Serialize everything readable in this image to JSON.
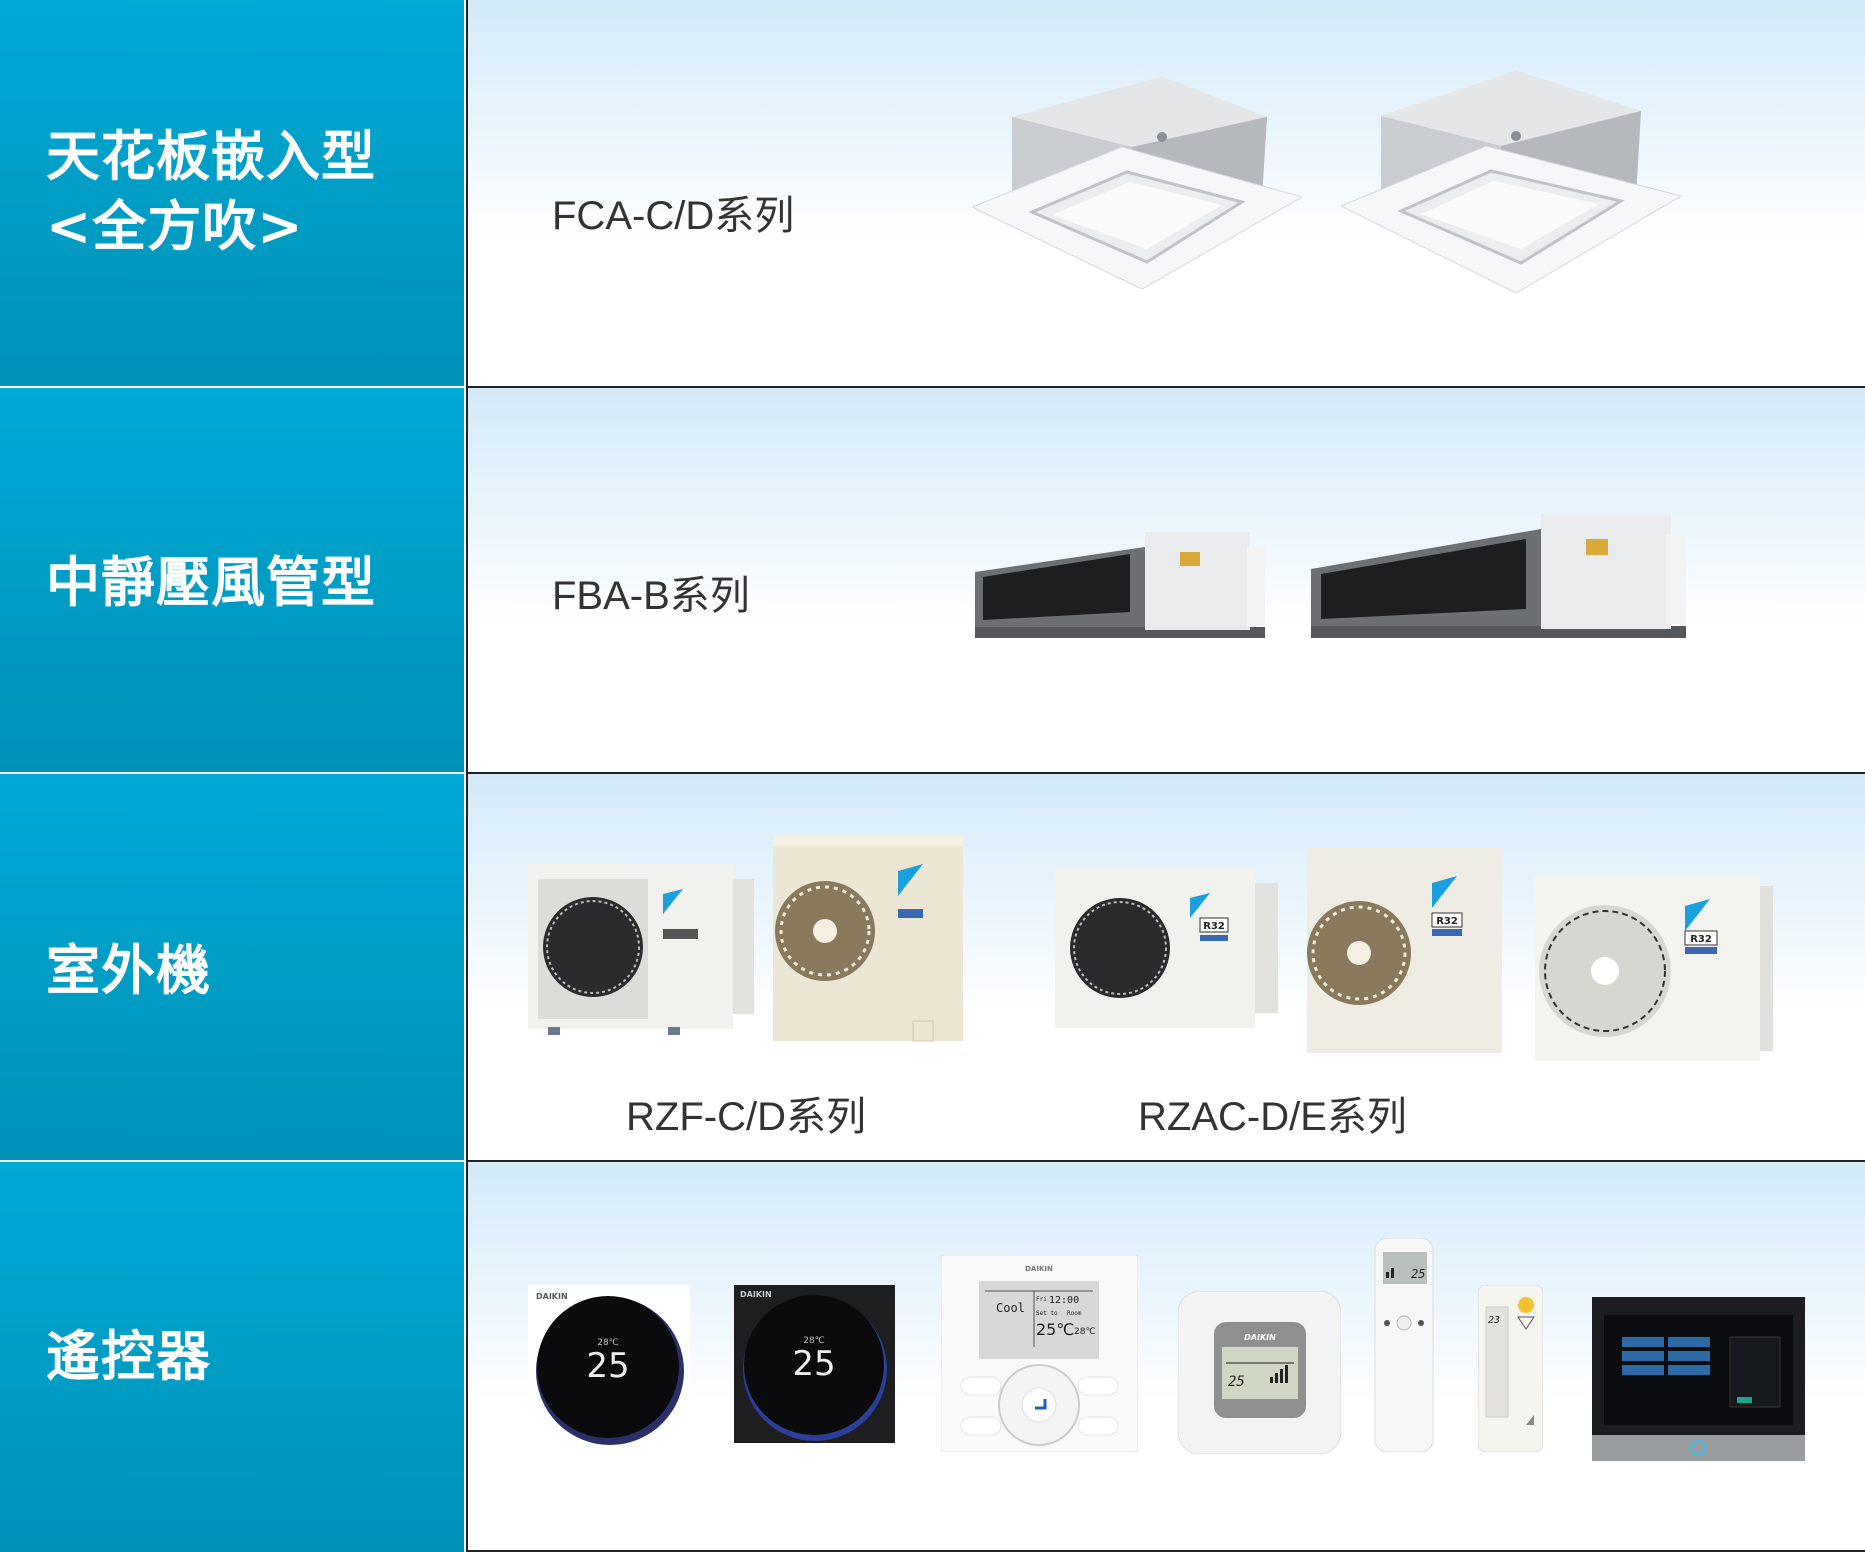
{
  "rows": [
    {
      "category": [
        "天花板嵌入型",
        "<全方吹>"
      ],
      "series": [
        "FCA-C/D系列"
      ]
    },
    {
      "category": [
        "中靜壓風管型"
      ],
      "series": [
        "FBA-B系列"
      ]
    },
    {
      "category": [
        "室外機"
      ],
      "series": [
        "RZF-C/D系列",
        "RZAC-D/E系列"
      ]
    },
    {
      "category": [
        "遙控器"
      ],
      "series": []
    }
  ],
  "brand": "DAIKIN",
  "refrigerant": "R32",
  "remotes": {
    "round_set_temp": "25",
    "round_small": "28℃",
    "wired_mode": "Cool",
    "wired_day": "Fri",
    "wired_time": "12:00",
    "wired_set_label": "Set to",
    "wired_room_label": "Room",
    "wired_set_temp": "25℃",
    "wired_room_temp": "28℃",
    "square_temp": "25",
    "handheld_temp": "25",
    "wall_temp": "23"
  },
  "colors": {
    "category_bg": "#009cc4",
    "accent_blue": "#1aa0dc",
    "border": "#222222"
  }
}
